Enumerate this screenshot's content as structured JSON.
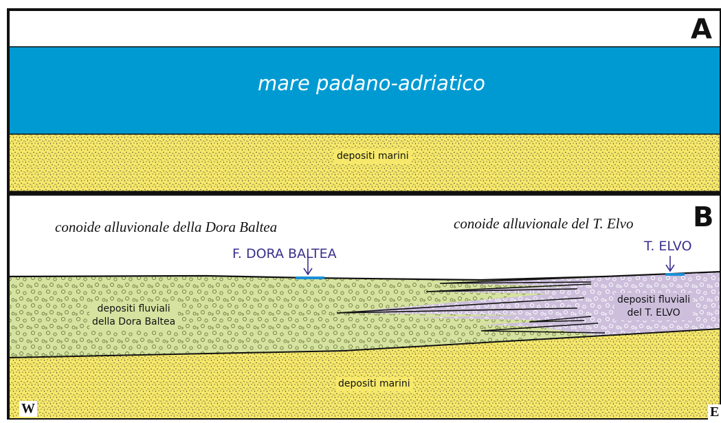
{
  "panel_a": {
    "letter": "A",
    "sea_label": "mare padano-adriatico",
    "marine_label": "depositi marini"
  },
  "panel_b": {
    "letter": "B",
    "fan_west_label": "conoide  alluvionale della Dora Baltea",
    "fan_east_label": "conoide  alluvionale del T. Elvo",
    "river_west": "F. DORA BALTEA",
    "river_east": "T. ELVO",
    "fluvial_west_line1": "depositi fluviali",
    "fluvial_west_line2": "della Dora Baltea",
    "fluvial_east_line1": "depositi fluviali",
    "fluvial_east_line2": "del T. ELVO",
    "marine_label": "depositi marini",
    "west": "W",
    "east": "E"
  },
  "colors": {
    "sea": "#009ad3",
    "marine_sand": "#f6e86a",
    "fluvial_west": "#d6e3a0",
    "fluvial_east": "#cdbfdc",
    "river_arrow": "#3a2f8c",
    "water": "#1a8fd6"
  }
}
